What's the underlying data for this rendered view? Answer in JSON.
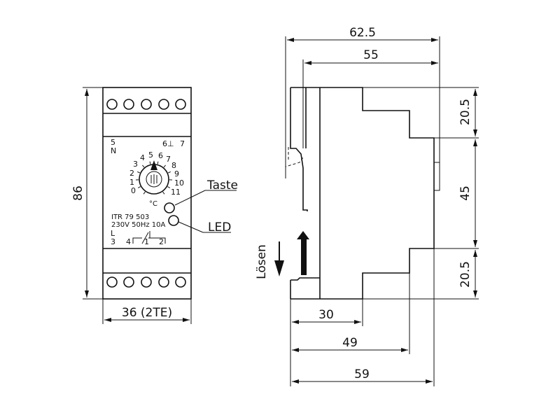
{
  "front_view": {
    "height_dim": "86",
    "width_dim": "36 (2TE)",
    "terminal_top_left": "5",
    "terminal_top_left2": "N",
    "terminal_top_mid": "6⊥",
    "terminal_top_right": "7",
    "dial_numbers": [
      "0",
      "1",
      "2",
      "3",
      "4",
      "5",
      "6",
      "7",
      "8",
      "9",
      "10",
      "11"
    ],
    "dial_unit": "°C",
    "model_line1": "ITR 79 503",
    "model_line2": "230V 50Hz 10A",
    "terminal_bottom_l": "L",
    "terminal_bottom_3": "3",
    "terminal_bottom_4": "4",
    "terminal_bottom_1": "1",
    "terminal_bottom_2": "2",
    "callout_taste": "Taste",
    "callout_led": "LED"
  },
  "side_view": {
    "dim_total_top": "62.5",
    "dim_top_inner": "55",
    "dim_right_upper": "20.5",
    "dim_right_mid": "45",
    "dim_right_lower": "20.5",
    "dim_bottom_30": "30",
    "dim_bottom_49": "49",
    "dim_bottom_59": "59",
    "release_label": "Lösen"
  }
}
